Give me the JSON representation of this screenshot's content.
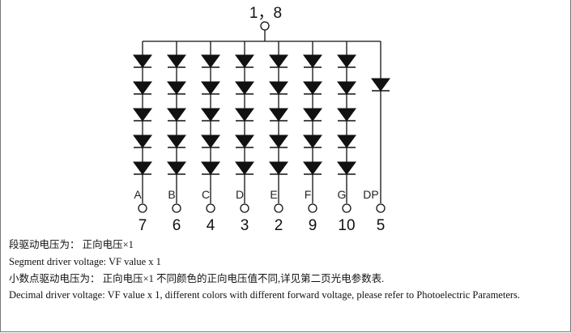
{
  "common_pin_label": "1，8",
  "segment_names": [
    "A",
    "B",
    "C",
    "D",
    "E",
    "F",
    "G",
    "DP"
  ],
  "pin_numbers": [
    "7",
    "6",
    "4",
    "3",
    "2",
    "9",
    "10",
    "5"
  ],
  "notes": {
    "segment_voltage_cn": "段驱动电压为：  正向电压×1",
    "segment_voltage_en": "Segment driver voltage: VF value x 1",
    "decimal_voltage_cn": "小数点驱动电压为：  正向电压×1     不同颜色的正向电压值不同,详见第二页光电参数表.",
    "decimal_voltage_en": "Decimal driver voltage: VF value x 1, different colors with different forward voltage, please refer to Photoelectric Parameters."
  }
}
